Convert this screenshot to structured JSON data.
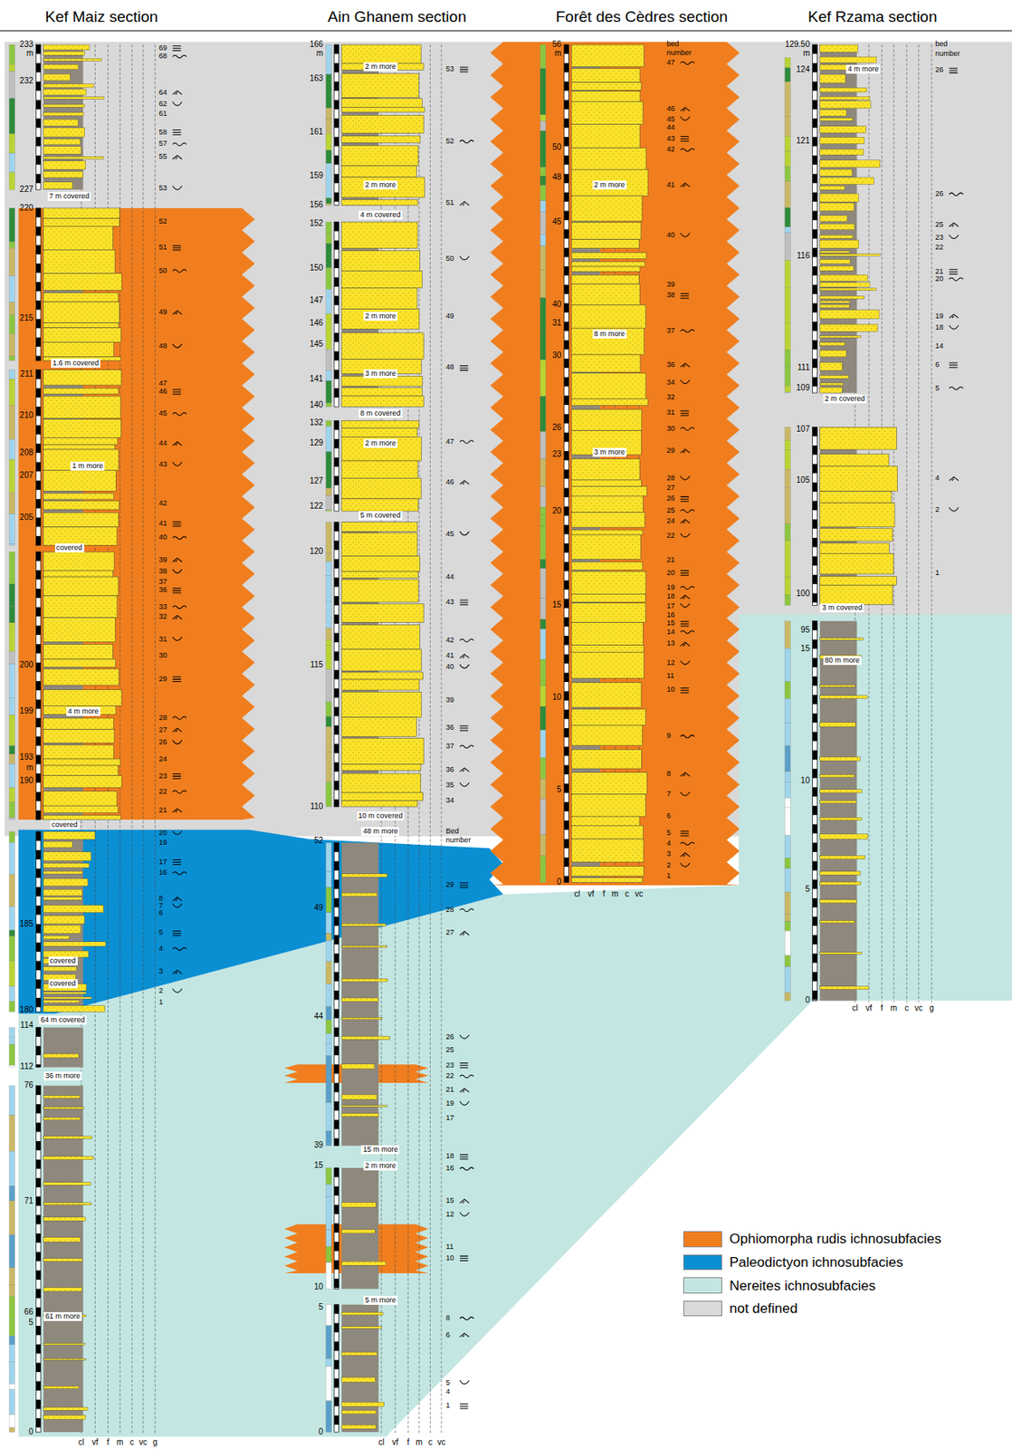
{
  "diagram": {
    "labels": [
      "Kef Maiz section",
      "Ain Ghanem section",
      "Forêt des Cèdres section",
      "Kef Rzama section",
      "233",
      "m",
      "232",
      "227",
      "220",
      "215",
      "211",
      "210",
      "208",
      "207",
      "205",
      "200",
      "199",
      "193",
      "m",
      "190",
      "185",
      "180",
      "114",
      "112",
      "76",
      "71",
      "66",
      "5",
      "0",
      "7 m covered",
      "1.6 m covered",
      "1 m more",
      "covered",
      "4 m more",
      "covered",
      "covered",
      "covered",
      "64 m covered",
      "36 m more",
      "61 m more",
      "69",
      "68",
      "64",
      "62",
      "61",
      "58",
      "57",
      "55",
      "53",
      "52",
      "51",
      "50",
      "49",
      "48",
      "47",
      "46",
      "45",
      "44",
      "43",
      "42",
      "41",
      "40",
      "39",
      "38",
      "37",
      "36",
      "33",
      "32",
      "31",
      "30",
      "29",
      "28",
      "27",
      "26",
      "24",
      "23",
      "22",
      "21",
      "20",
      "19",
      "17",
      "16",
      "8",
      "7",
      "6",
      "5",
      "4",
      "3",
      "2",
      "1",
      "cl",
      "vf",
      "f",
      "m",
      "c",
      "vc",
      "g",
      "166",
      "m",
      "163",
      "161",
      "159",
      "156",
      "152",
      "150",
      "147",
      "146",
      "145",
      "141",
      "140",
      "132",
      "129",
      "127",
      "122",
      "120",
      "115",
      "110",
      "52",
      "49",
      "44",
      "39",
      "15",
      "10",
      "5",
      "0",
      "2 m more",
      "2 m more",
      "4 m covered",
      "2 m more",
      "3 m more",
      "8 m covered",
      "2 m more",
      "5 m covered",
      "10 m covered",
      "48 m more",
      "15 m more",
      "2 m more",
      "5 m more",
      "Bed",
      "number",
      "53",
      "52",
      "51",
      "50",
      "49",
      "48",
      "47",
      "46",
      "45",
      "44",
      "43",
      "42",
      "41",
      "40",
      "39",
      "36",
      "37",
      "36",
      "35",
      "34",
      "29",
      "28",
      "27",
      "26",
      "25",
      "23",
      "22",
      "21",
      "19",
      "17",
      "18",
      "16",
      "15",
      "12",
      "11",
      "10",
      "8",
      "6",
      "5",
      "4",
      "1",
      "cl",
      "vf",
      "f",
      "m",
      "c",
      "vc",
      "56",
      "m",
      "50",
      "48",
      "45",
      "40",
      "31",
      "30",
      "26",
      "23",
      "20",
      "15",
      "10",
      "5",
      "0",
      "bed",
      "number",
      "2 m more",
      "8 m more",
      "3 m more",
      "47",
      "46",
      "45",
      "44",
      "43",
      "42",
      "41",
      "40",
      "39",
      "38",
      "37",
      "36",
      "34",
      "32",
      "31",
      "30",
      "29",
      "28",
      "27",
      "26",
      "25",
      "24",
      "22",
      "21",
      "20",
      "19",
      "18",
      "17",
      "16",
      "15",
      "14",
      "13",
      "12",
      "11",
      "10",
      "9",
      "8",
      "7",
      "6",
      "5",
      "4",
      "3",
      "2",
      "1",
      "cl",
      "vf",
      "f",
      "m",
      "c",
      "vc",
      "129.50",
      "m",
      "124",
      "121",
      "116",
      "111",
      "109",
      "107",
      "105",
      "100",
      "95",
      "15",
      "10",
      "5",
      "0",
      "4 m more",
      "2 m covered",
      "3 m covered",
      "80 m more",
      "bed",
      "number",
      "26",
      "26",
      "25",
      "23",
      "22",
      "21",
      "20",
      "19",
      "18",
      "14",
      "6",
      "5",
      "4",
      "2",
      "1",
      "cl",
      "vf",
      "f",
      "m",
      "c",
      "vc",
      "g"
    ],
    "legend": [
      {
        "text": "Ophiomorpha rudis ichnosubfacies",
        "color": "#f07e1e"
      },
      {
        "text": "Paleodictyon ichnosubfacies",
        "color": "#0b8fd3"
      },
      {
        "text": "Nereites ichnosubfacies",
        "color": "#c3e6e2"
      },
      {
        "text": "not defined",
        "color": "#d9d9d9"
      }
    ]
  }
}
